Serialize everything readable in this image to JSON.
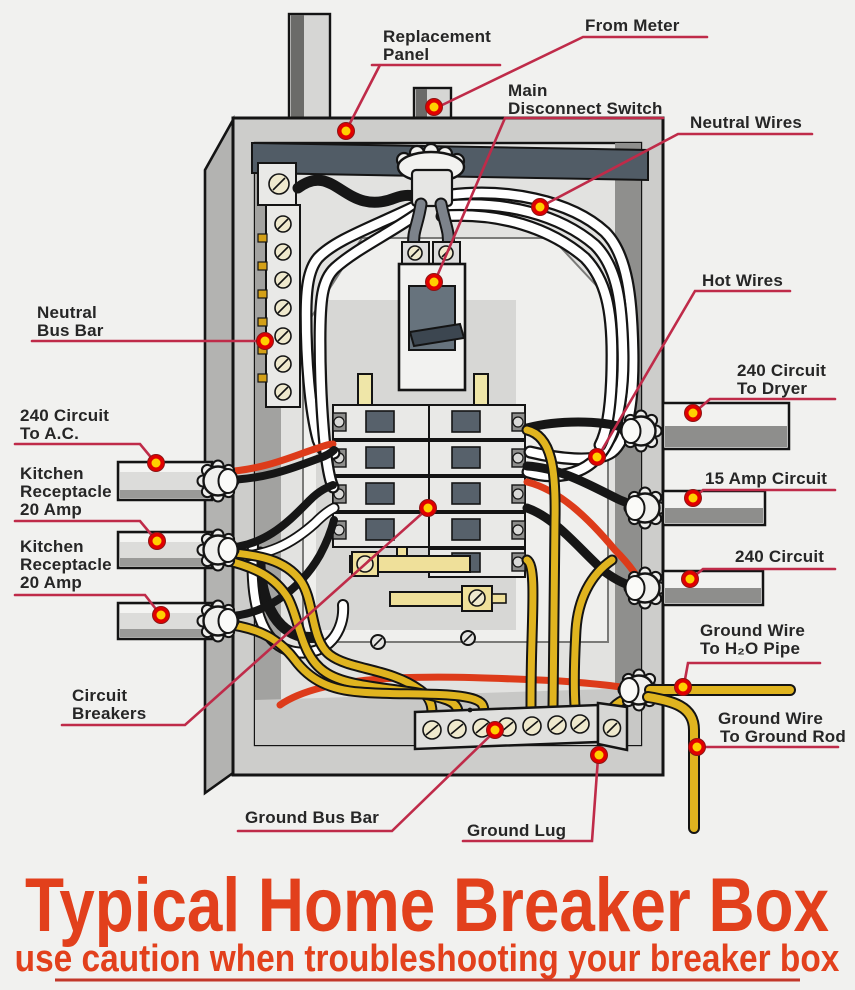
{
  "title": "Typical Home Breaker Box",
  "subtitle": "use caution when troubleshooting your breaker box",
  "colors": {
    "title_color": "#e2401c",
    "subtitle_underline": "#c2382a",
    "leader_line": "#bf2b49",
    "dot_ring": "#e10000",
    "dot_core": "#ffd000",
    "wire_neutral": "#ffffff",
    "wire_hot": "#161616",
    "wire_ground": "#e0b41f",
    "wire_240": "#dd3b1a",
    "cabinet_gray": "#cdcdcb",
    "slate_band": "#515c66"
  },
  "callouts": {
    "replacement_panel": {
      "lines": [
        "Replacement",
        "Panel"
      ]
    },
    "from_meter": {
      "lines": [
        "From Meter"
      ]
    },
    "main_disconnect_switch": {
      "lines": [
        "Main",
        "Disconnect Switch"
      ]
    },
    "neutral_wires": {
      "lines": [
        "Neutral Wires"
      ]
    },
    "hot_wires": {
      "lines": [
        "Hot Wires"
      ]
    },
    "neutral_bus_bar": {
      "lines": [
        "Neutral",
        "Bus Bar"
      ]
    },
    "circuit_240_ac": {
      "lines": [
        "240 Circuit",
        "To A.C."
      ]
    },
    "kitchen_receptacle_1": {
      "lines": [
        "Kitchen",
        "Receptacle",
        "20 Amp"
      ]
    },
    "kitchen_receptacle_2": {
      "lines": [
        "Kitchen",
        "Receptacle",
        "20 Amp"
      ]
    },
    "circuit_breakers": {
      "lines": [
        "Circuit",
        "Breakers"
      ]
    },
    "circuit_240_dryer": {
      "lines": [
        "240 Circuit",
        "To Dryer"
      ]
    },
    "amp_15_circuit": {
      "lines": [
        "15 Amp Circuit"
      ]
    },
    "circuit_240": {
      "lines": [
        "240 Circuit"
      ]
    },
    "ground_wire_h2o": {
      "lines": [
        "Ground Wire",
        "To H₂O Pipe"
      ]
    },
    "ground_wire_rod": {
      "lines": [
        "Ground Wire",
        "To Ground Rod"
      ]
    },
    "ground_bus_bar": {
      "lines": [
        "Ground Bus Bar"
      ]
    },
    "ground_lug": {
      "lines": [
        "Ground Lug"
      ]
    }
  }
}
